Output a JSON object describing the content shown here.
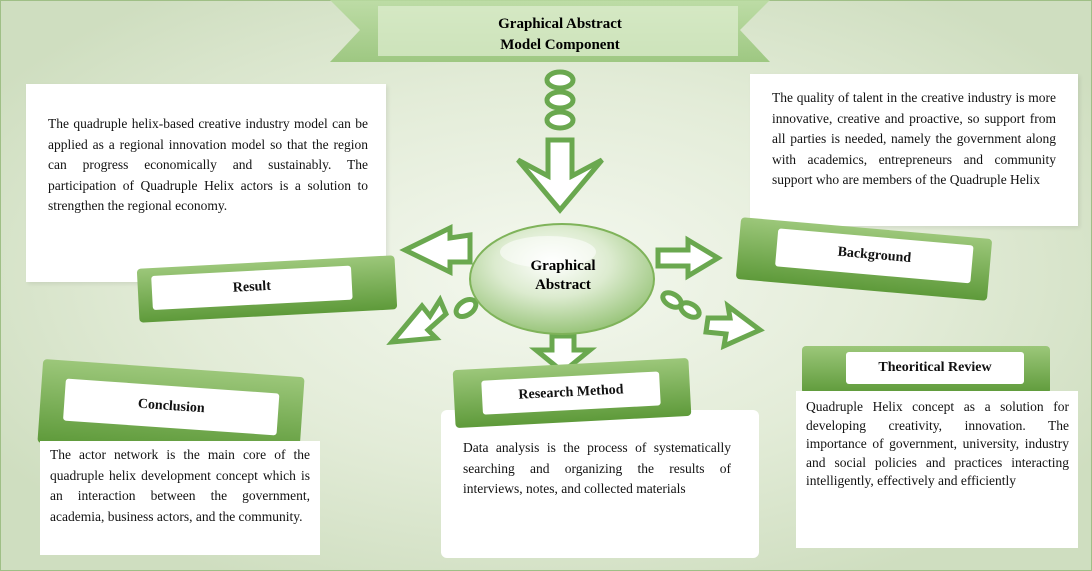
{
  "title": {
    "line1": "Graphical Abstract",
    "line2": "Model Component"
  },
  "center": {
    "line1": "Graphical",
    "line2": "Abstract"
  },
  "result": {
    "label": "Result",
    "text": "The quadruple helix-based creative industry model can be applied as a regional innovation model so that the region can progress economically and sustainably. The participation of Quadruple Helix actors is a solution to strengthen the regional economy."
  },
  "background": {
    "label": "Background",
    "text": "The quality of talent in the creative industry is more innovative, creative and proactive, so support from all parties is needed, namely the government along with academics, entrepreneurs and community support who are members of the Quadruple Helix"
  },
  "conclusion": {
    "label": "Conclusion",
    "text": "The actor network is the main core of the quadruple helix development concept which is an interaction between the government, academia, business actors, and the community."
  },
  "research_method": {
    "label": "Research Method",
    "text": "Data analysis is the process of systematically searching and organizing the results of interviews, notes, and collected materials"
  },
  "theoritical_review": {
    "label": "Theoritical Review",
    "text": "Quadruple Helix concept as a solution for developing creativity, innovation. The importance of government, university, industry and social policies and practices interacting intelligently, effectively and efficiently"
  },
  "colors": {
    "background": "#d8e4cc",
    "accent_green": "#6aa84f",
    "banner_green": "#a9cf8e"
  }
}
